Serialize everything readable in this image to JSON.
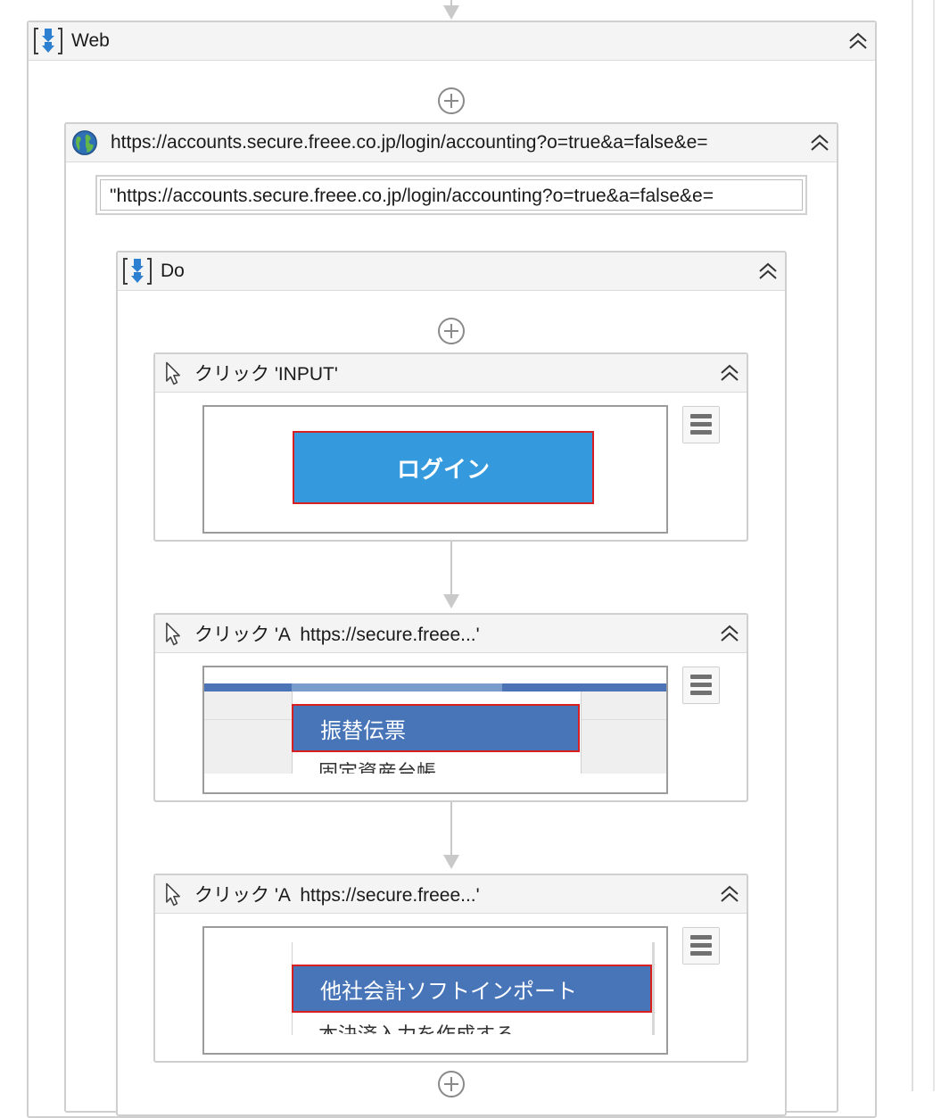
{
  "web": {
    "title": "Web"
  },
  "navigate": {
    "title": "https://accounts.secure.freee.co.jp/login/accounting?o=true&a=false&e=",
    "url_value": "\"https://accounts.secure.freee.co.jp/login/accounting?o=true&a=false&e="
  },
  "do": {
    "title": "Do"
  },
  "click1": {
    "title": "クリック 'INPUT'",
    "button_label": "ログイン"
  },
  "click2": {
    "title": "クリック 'A  https://secure.freee...'",
    "selected_item": "振替伝票",
    "next_item": "固定資産台帳"
  },
  "click3": {
    "title": "クリック 'A  https://secure.freee...'",
    "selected_item": "他社会計ソフトインポート",
    "next_item": "本決済入力を作成する"
  },
  "colors": {
    "login_blue": "#3499dd",
    "menu_blue": "#4775b8",
    "highlight_red": "#d92020",
    "topbar_blue": "#4b73b6"
  }
}
